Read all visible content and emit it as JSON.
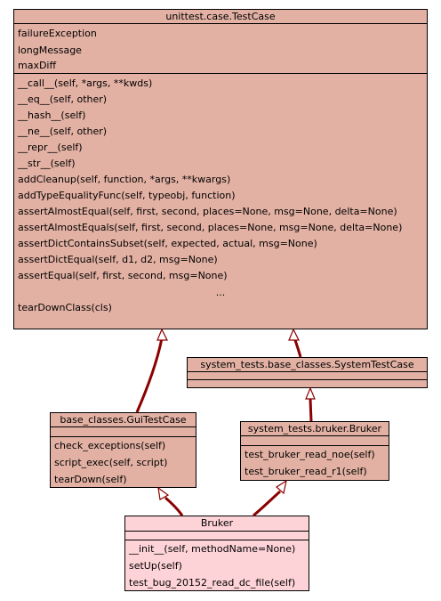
{
  "classes": {
    "testcase": {
      "title": "unittest.case.TestCase",
      "attributes": [
        "failureException",
        "longMessage",
        "maxDiff"
      ],
      "methods": [
        "__call__(self, *args, **kwds)",
        "__eq__(self, other)",
        "__hash__(self)",
        "__ne__(self, other)",
        "__repr__(self)",
        "__str__(self)",
        "addCleanup(self, function, *args, **kwargs)",
        "addTypeEqualityFunc(self, typeobj, function)",
        "assertAlmostEqual(self, first, second, places=None, msg=None, delta=None)",
        "assertAlmostEquals(self, first, second, places=None, msg=None, delta=None)",
        "assertDictContainsSubset(self, expected, actual, msg=None)",
        "assertDictEqual(self, d1, d2, msg=None)",
        "assertEqual(self, first, second, msg=None)"
      ],
      "ellipsis": "...",
      "methods_tail": [
        "tearDownClass(cls)"
      ]
    },
    "systemtestcase": {
      "title": "system_tests.base_classes.SystemTestCase"
    },
    "guitestcase": {
      "title": "base_classes.GuiTestCase",
      "methods": [
        "check_exceptions(self)",
        "script_exec(self, script)",
        "tearDown(self)"
      ]
    },
    "bruker_base": {
      "title": "system_tests.bruker.Bruker",
      "methods": [
        "test_bruker_read_noe(self)",
        "test_bruker_read_r1(self)"
      ]
    },
    "bruker": {
      "title": "Bruker",
      "methods": [
        "__init__(self, methodName=None)",
        "setUp(self)",
        "test_bug_20152_read_dc_file(self)"
      ]
    }
  },
  "colors": {
    "base": "#e2b1a3",
    "focus": "#fed3d7",
    "edge": "#8b0000"
  }
}
